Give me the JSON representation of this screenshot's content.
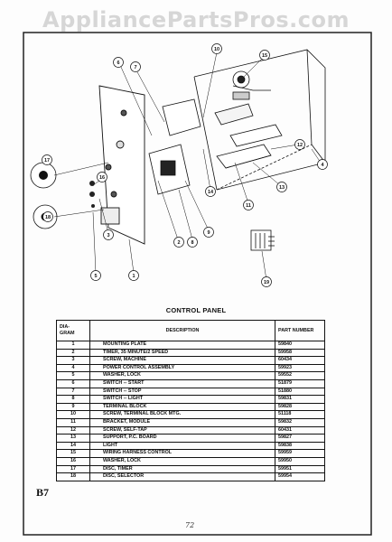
{
  "watermark": "AppliancePartsPros.com",
  "section_title": "CONTROL PANEL",
  "table": {
    "headers": {
      "diagram_line1": "DIA-",
      "diagram_line2": "GRAM",
      "description": "DESCRIPTION",
      "part_number": "PART NUMBER"
    },
    "rows": [
      {
        "dia": "1",
        "desc": "MOUNTING PLATE",
        "part": "59840"
      },
      {
        "dia": "2",
        "desc": "TIMER, 35 MINUTE/2 SPEED",
        "part": "59958"
      },
      {
        "dia": "3",
        "desc": "SCREW, MACHINE",
        "part": "60434"
      },
      {
        "dia": "4",
        "desc": "POWER CONTROL ASSEMBLY",
        "part": "59923"
      },
      {
        "dia": "5",
        "desc": "WASHER, LOCK",
        "part": "59552"
      },
      {
        "dia": "6",
        "desc": "SWITCH -- START",
        "part": "51879"
      },
      {
        "dia": "7",
        "desc": "SWITCH -- STOP",
        "part": "51880"
      },
      {
        "dia": "8",
        "desc": "SWITCH -- LIGHT",
        "part": "59831"
      },
      {
        "dia": "9",
        "desc": "TERMINAL BLOCK",
        "part": "59828"
      },
      {
        "dia": "10",
        "desc": "SCREW, TERMINAL BLOCK MTG.",
        "part": "51118"
      },
      {
        "dia": "11",
        "desc": "BRACKET, MODULE",
        "part": "59832"
      },
      {
        "dia": "12",
        "desc": "SCREW, SELF-TAP",
        "part": "60431"
      },
      {
        "dia": "13",
        "desc": "SUPPORT, P.C. BOARD",
        "part": "59827"
      },
      {
        "dia": "14",
        "desc": "LIGHT",
        "part": "59838"
      },
      {
        "dia": "15",
        "desc": "WIRING HARNESS CONTROL",
        "part": "59959"
      },
      {
        "dia": "16",
        "desc": "WASHER, LOCK",
        "part": "59950"
      },
      {
        "dia": "17",
        "desc": "DISC, TIMER",
        "part": "59951"
      },
      {
        "dia": "18",
        "desc": "DISC, SELECTOR",
        "part": "59954"
      }
    ]
  },
  "callouts": [
    "1",
    "2",
    "3",
    "4",
    "5",
    "6",
    "7",
    "8",
    "9",
    "10",
    "11",
    "12",
    "13",
    "14",
    "15",
    "16",
    "17",
    "18",
    "19"
  ],
  "page_code": "B7",
  "handwritten_note": "72"
}
